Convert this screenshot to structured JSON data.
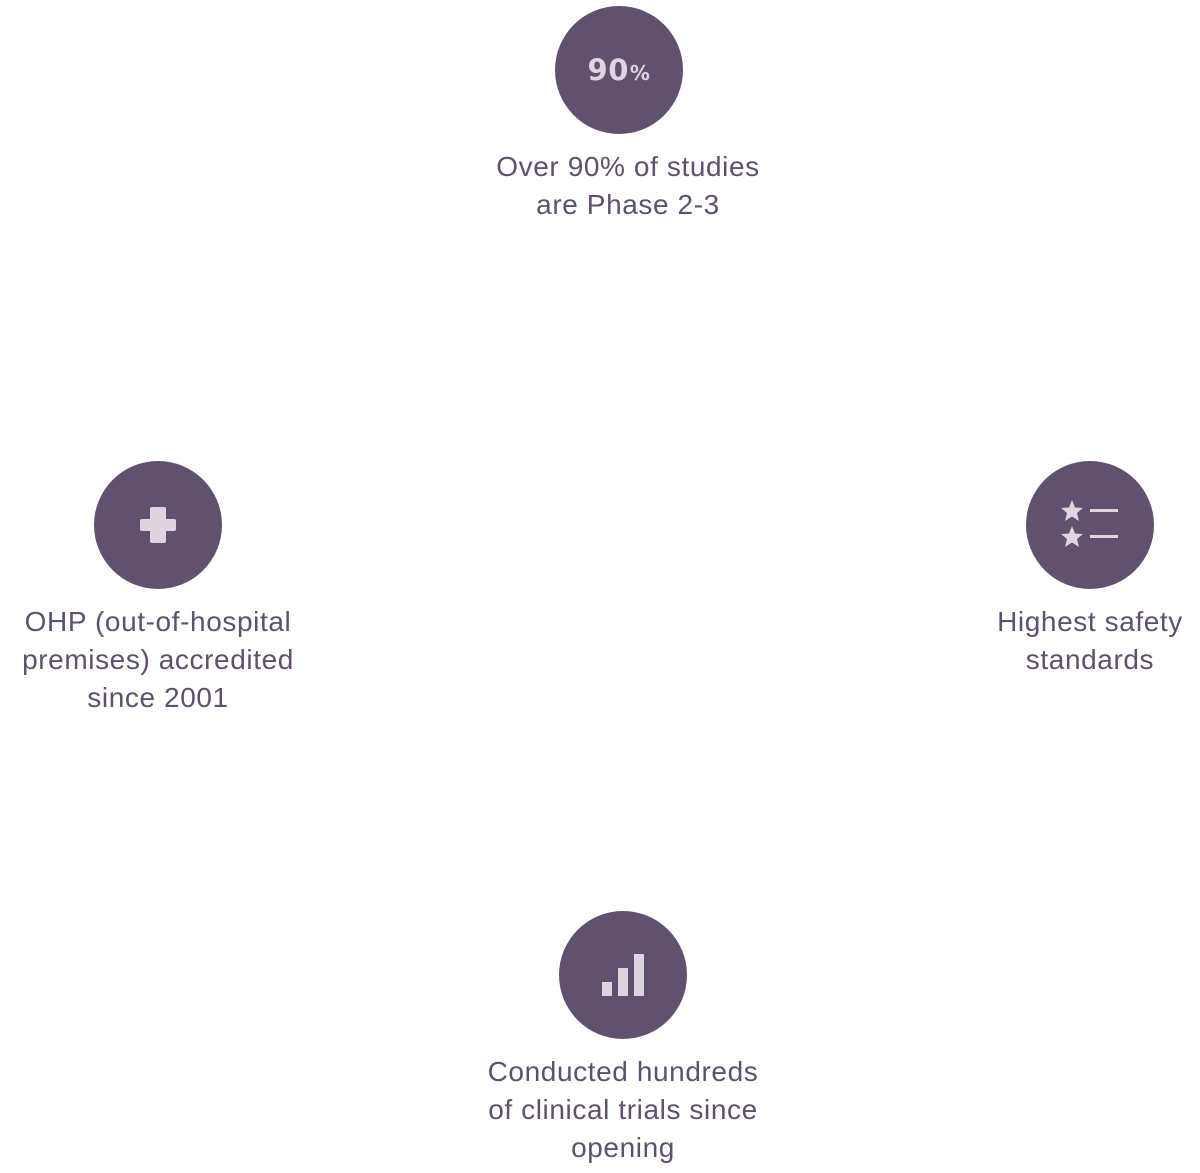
{
  "features": [
    {
      "id": "top",
      "icon": "percent-badge-icon",
      "badge_value": "90",
      "badge_unit": "%",
      "caption": "Over 90% of studies\nare Phase 2-3"
    },
    {
      "id": "left",
      "icon": "medical-cross-icon",
      "caption": "OHP (out-of-hospital\npremises) accredited\nsince 2001"
    },
    {
      "id": "right",
      "icon": "star-list-icon",
      "caption": "Highest safety\nstandards"
    },
    {
      "id": "bottom",
      "icon": "bar-chart-icon",
      "caption": "Conducted hundreds\nof clinical trials since\nopening"
    }
  ],
  "colors": {
    "circle": "#61516f",
    "icon": "#ddd5e0",
    "text": "#5f5070",
    "background": "#ffffff"
  }
}
